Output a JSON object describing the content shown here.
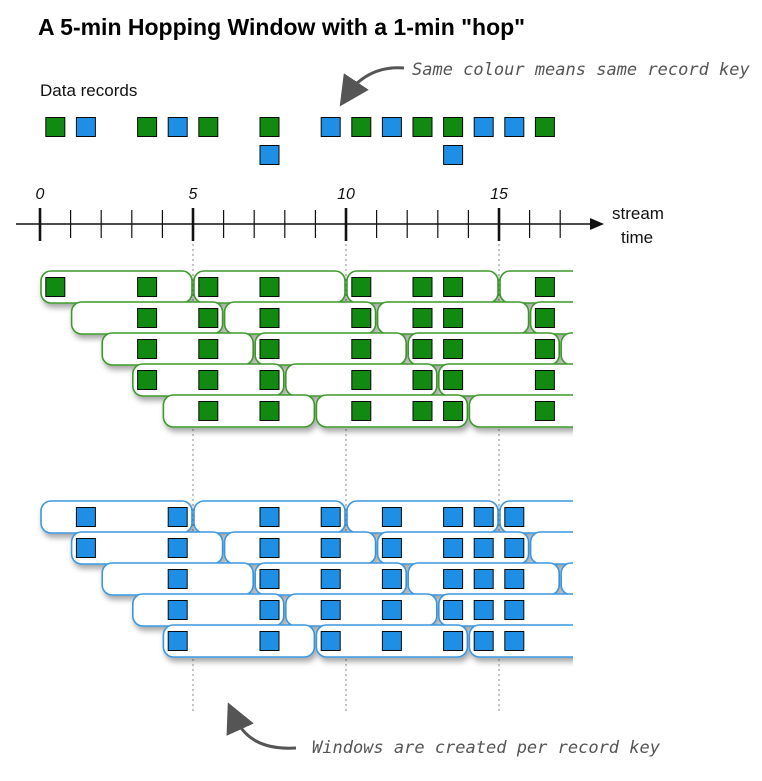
{
  "title": "A 5-min Hopping Window with a 1-min \"hop\"",
  "records_label": "Data records",
  "key_note": "Same colour means same record key",
  "footer_note": "Windows are created per record key",
  "axis": {
    "label_line1": "stream",
    "label_line2": "time",
    "major_labels": [
      "0",
      "5",
      "10",
      "15"
    ]
  },
  "colors": {
    "green": "#128a12",
    "blue": "#1f8fe6",
    "green_border": "#3c9a2c",
    "blue_border": "#3a97e0",
    "axis": "#111111",
    "annotation": "#555555"
  },
  "records": [
    {
      "t": 0.5,
      "key": "green"
    },
    {
      "t": 1.5,
      "key": "blue"
    },
    {
      "t": 3.5,
      "key": "green"
    },
    {
      "t": 4.5,
      "key": "blue"
    },
    {
      "t": 5.5,
      "key": "green"
    },
    {
      "t": 7.5,
      "key": "green"
    },
    {
      "t": 7.5,
      "key": "blue"
    },
    {
      "t": 9.5,
      "key": "blue"
    },
    {
      "t": 10.5,
      "key": "green"
    },
    {
      "t": 11.5,
      "key": "blue"
    },
    {
      "t": 12.5,
      "key": "green"
    },
    {
      "t": 13.5,
      "key": "green"
    },
    {
      "t": 13.5,
      "key": "blue"
    },
    {
      "t": 14.5,
      "key": "blue"
    },
    {
      "t": 15.5,
      "key": "blue"
    },
    {
      "t": 16.5,
      "key": "green"
    }
  ],
  "window": {
    "size_min": 5,
    "hop_min": 1
  }
}
